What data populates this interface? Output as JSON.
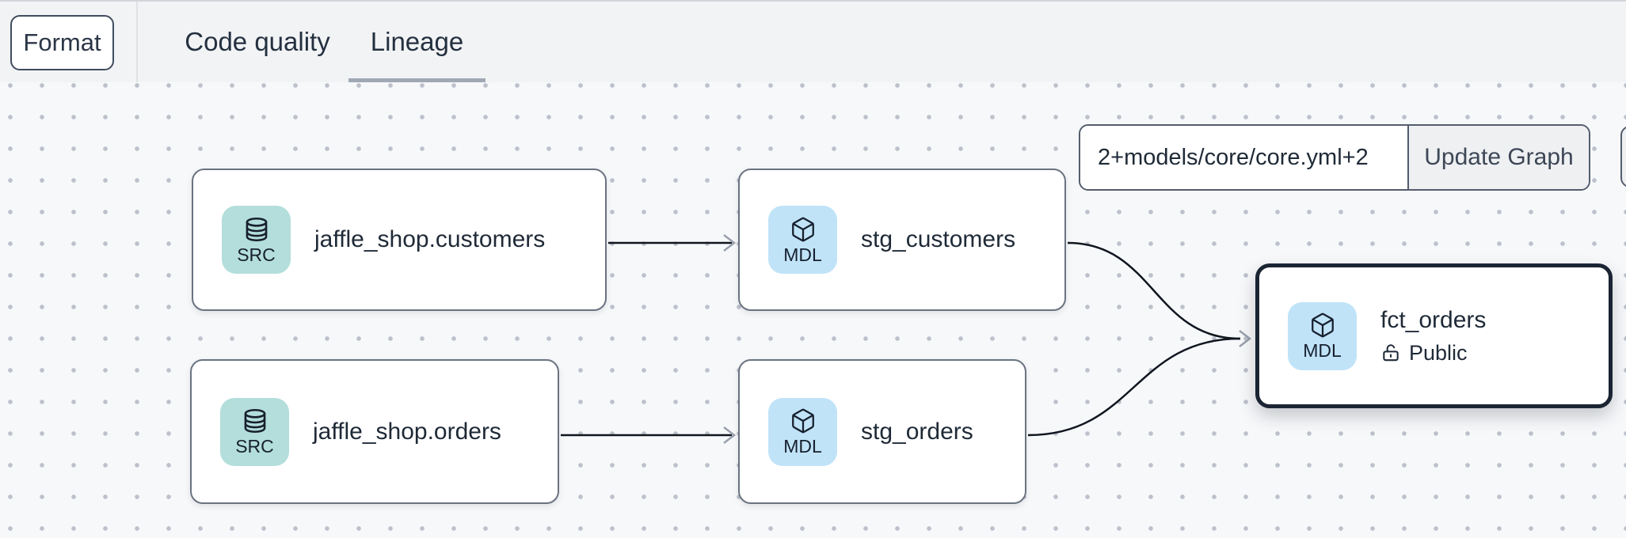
{
  "toolbar": {
    "format_label": "Format",
    "tabs": [
      {
        "label": "Code quality",
        "active": false
      },
      {
        "label": "Lineage",
        "active": true
      }
    ]
  },
  "graph_controls": {
    "selector_value": "2+models/core/core.yml+2",
    "update_button_label": "Update Graph"
  },
  "nodes": [
    {
      "label": "jaffle_shop.customers",
      "badge": "SRC",
      "icon": "database",
      "selected": false
    },
    {
      "label": "stg_customers",
      "badge": "MDL",
      "icon": "cube",
      "selected": false
    },
    {
      "label": "jaffle_shop.orders",
      "badge": "SRC",
      "icon": "database",
      "selected": false
    },
    {
      "label": "stg_orders",
      "badge": "MDL",
      "icon": "cube",
      "selected": false
    },
    {
      "label": "fct_orders",
      "badge": "MDL",
      "icon": "cube",
      "selected": true,
      "access_badge": "Public",
      "access_icon": "unlock"
    }
  ],
  "edges": [
    {
      "from": "jaffle_shop.customers",
      "to": "stg_customers"
    },
    {
      "from": "jaffle_shop.orders",
      "to": "stg_orders"
    },
    {
      "from": "stg_customers",
      "to": "fct_orders"
    },
    {
      "from": "stg_orders",
      "to": "fct_orders"
    }
  ],
  "colors": {
    "src_badge_bg": "#b3dedb",
    "mdl_badge_bg": "#c0e3f8",
    "selected_node_border": "#1b2433",
    "node_border": "#6a7380",
    "edge": "#10161f",
    "tab_underline": "#a0a8b4",
    "canvas_bg": "#f7f8fa",
    "topbar_bg": "#f2f3f5"
  }
}
